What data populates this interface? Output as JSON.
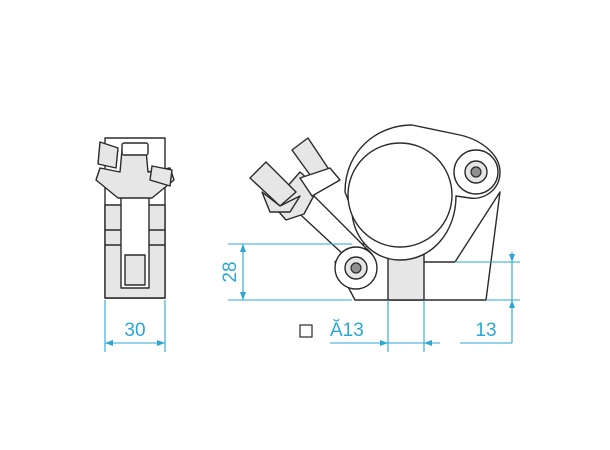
{
  "dimensions": {
    "width_label": "30",
    "height_label": "28",
    "tube_label": "Ă13",
    "offset_label": "13"
  },
  "colors": {
    "dimension": "#2aa7d3",
    "outline": "#2a2a2a",
    "fill": "#e6e6e6"
  },
  "icons": {
    "square_symbol": "square-icon"
  }
}
